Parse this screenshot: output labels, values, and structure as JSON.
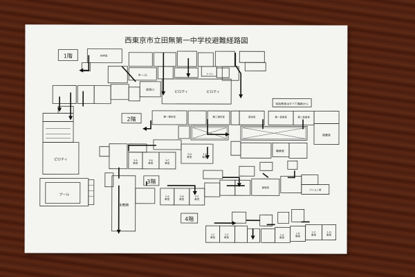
{
  "title": "西東京市立田無第一中学校避難経路図",
  "floors": {
    "f1": "1階",
    "f2": "2階",
    "f3": "3階",
    "f4": "4階"
  },
  "notes": {
    "special": "特別教室はすべて職員から"
  },
  "rooms": {
    "pool": "プール",
    "gym": "体育館",
    "piloti_annex": "ピロティ",
    "piloti_1": "ピロティ",
    "piloti_2": "ピロティ",
    "hall": "ホール",
    "entrance": "昇降口",
    "staffroom": "職員室",
    "library": "図書室",
    "toilet": "トイレ",
    "c2a": "2-A\n教室",
    "c2b": "2-B\n教室",
    "c2c": "2-C\n教室",
    "c3a": "3-A\n教室",
    "c3b": "3-B\n教室",
    "c3c": "3-C\n教室",
    "c3d": "3-D\n教室",
    "c3e": "3-E\n教室",
    "c1a": "1-A\n教室",
    "c1b": "1-B\n教室",
    "c1c": "1-C\n教室",
    "c1d": "1-D\n教室",
    "c1e": "1-E\n教室",
    "c1f": "1-F\n教室",
    "tech": "技術室",
    "science1": "第一理科室",
    "science2": "第二理科室",
    "art": "美術室",
    "music1": "第一音楽室",
    "music2": "第二音楽室",
    "cooking": "調理室",
    "computer": "パソコン室"
  },
  "colors": {
    "paper": "#f4f4f1",
    "ink": "#222222",
    "wood": "#4f2211"
  }
}
